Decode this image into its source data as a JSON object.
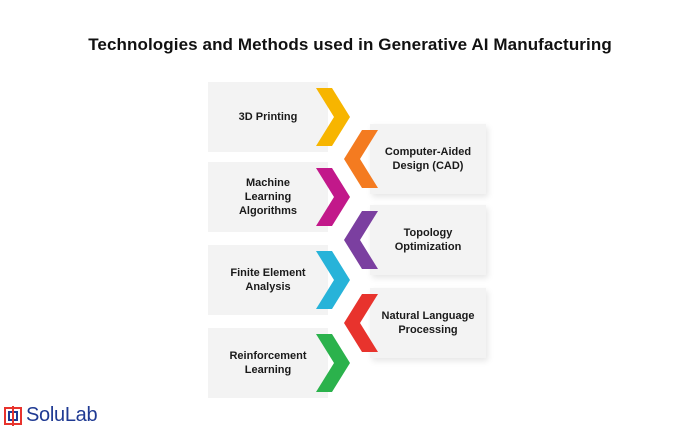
{
  "title": "Technologies and Methods used in Generative AI Manufacturing",
  "items": [
    {
      "label": "3D Printing",
      "side": "left",
      "color": "#f7b500"
    },
    {
      "label": "Computer-Aided Design (CAD)",
      "side": "right",
      "color": "#f47b20"
    },
    {
      "label": "Machine Learning Algorithms",
      "side": "left",
      "color": "#c2188a"
    },
    {
      "label": "Topology Optimization",
      "side": "right",
      "color": "#7b3fa0"
    },
    {
      "label": "Finite Element Analysis",
      "side": "left",
      "color": "#27b3d9"
    },
    {
      "label": "Natural Language Processing",
      "side": "right",
      "color": "#e8332d"
    },
    {
      "label": "Reinforcement Learning",
      "side": "left",
      "color": "#2bb24c"
    }
  ],
  "logo": {
    "text": "SoluLab",
    "icon": "solulab-logo-icon",
    "color": "#1f3a93",
    "accent": "#e8332d"
  }
}
